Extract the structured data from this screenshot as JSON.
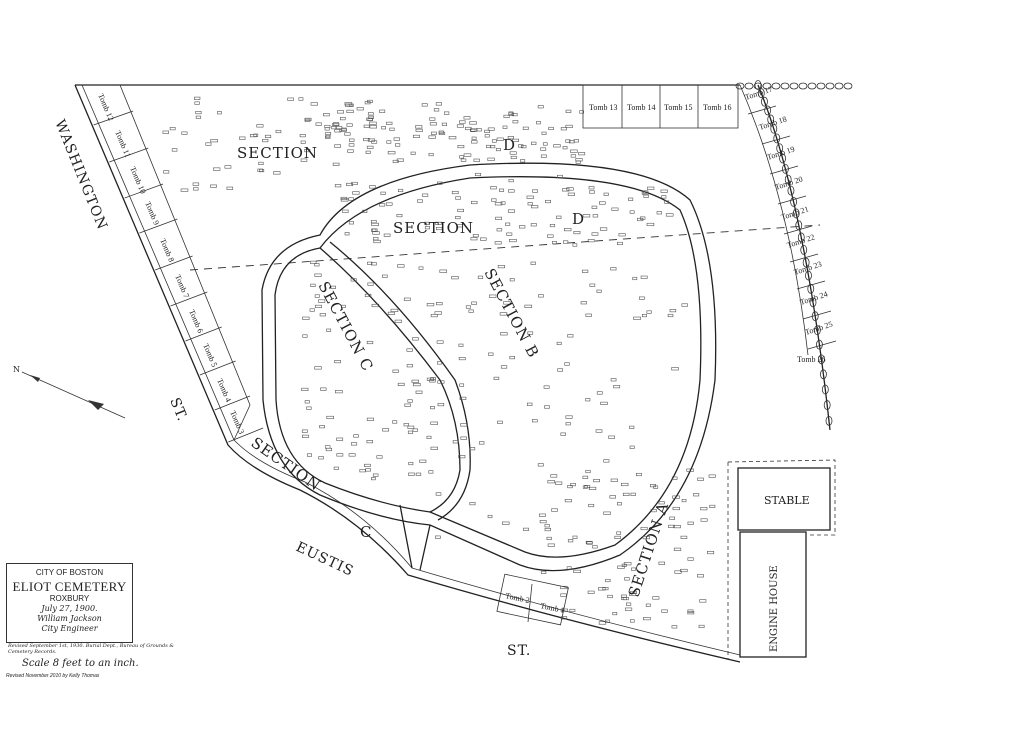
{
  "title_block": {
    "city": "CITY OF BOSTON",
    "name": "ELIOT CEMETERY",
    "district": "ROXBURY",
    "date": "July 27, 1900.",
    "signature": "William Jackson",
    "role": "City Engineer"
  },
  "revision_note": "Revised September 1st, 1930. Burial Dept., Bureau of Grounds & Cemetery Records.",
  "scale": "Scale 8 feet to an inch.",
  "revised_by": "Revised November 2010 by Kelly Thomas",
  "compass": {
    "north": "N"
  },
  "streets": {
    "washington": "WASHINGTON",
    "washington_st": "ST.",
    "eustis": "EUSTIS",
    "eustis_st": "ST."
  },
  "sections": {
    "d_top_word": "SECTION",
    "d_top_letter": "D",
    "d_inner_word": "SECTION",
    "d_inner_letter": "D",
    "c_inner": "SECTION C",
    "b": "SECTION B",
    "c_outer_word": "SECTION",
    "c_outer_letter": "C",
    "a": "SECTION A"
  },
  "buildings": {
    "stable": "STABLE",
    "engine_house": "ENGINE HOUSE"
  },
  "tombs_top": [
    "Tomb 13",
    "Tomb 14",
    "Tomb 15",
    "Tomb 16"
  ],
  "tombs_left": [
    "Tomb 12",
    "Tomb 11",
    "Tomb 10",
    "Tomb 9",
    "Tomb 8",
    "Tomb 7",
    "Tomb 6",
    "Tomb 5",
    "Tomb 4",
    "Tomb 3"
  ],
  "tombs_right": [
    "Tomb 17",
    "Tomb 18",
    "Tomb 19",
    "Tomb 20",
    "Tomb 21",
    "Tomb 22",
    "Tomb 23",
    "Tomb 24",
    "Tomb 25"
  ],
  "tomb_26": "Tomb 26",
  "tombs_bottom": [
    "Tomb 2",
    "Tomb 1"
  ]
}
